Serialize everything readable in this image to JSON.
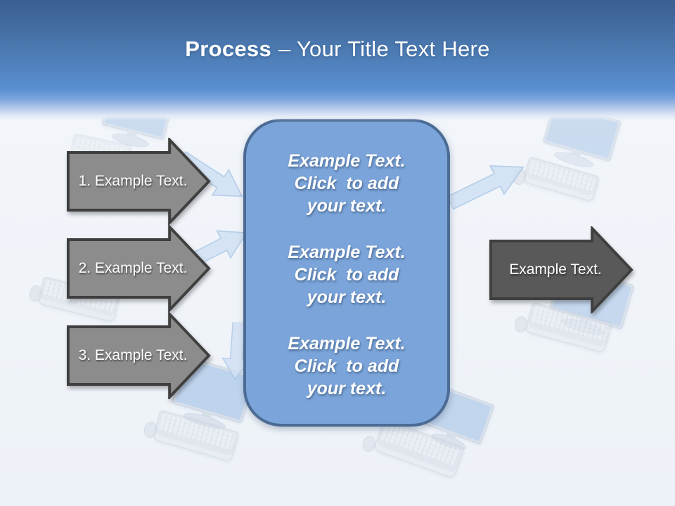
{
  "title": {
    "bold": "Process",
    "rest": "– Your Title Text Here"
  },
  "steps": [
    {
      "label": "1. Example Text."
    },
    {
      "label": "2. Example Text."
    },
    {
      "label": "3. Example Text."
    }
  ],
  "center_box": {
    "blocks": [
      "Example Text.\nClick  to add\nyour text.",
      "Example Text.\nClick  to add\nyour text.",
      "Example Text.\nClick  to add\nyour text."
    ]
  },
  "result_arrow": {
    "label": "Example Text."
  },
  "colors": {
    "header_top": "#3a6092",
    "header_mid": "#5b8fd3",
    "title_text": "#ffffff",
    "step_arrow_fill": "#8c8c8c",
    "step_arrow_border": "#3f3f3f",
    "result_arrow_fill": "#595959",
    "box_fill": "#7ba5da",
    "box_border": "#4b6b94",
    "decor_blue": "#cfe0f4"
  },
  "decor": {
    "icons": [
      "monitor-icon",
      "keyboard-icon",
      "mouse-icon",
      "flow-arrow-icon"
    ]
  }
}
